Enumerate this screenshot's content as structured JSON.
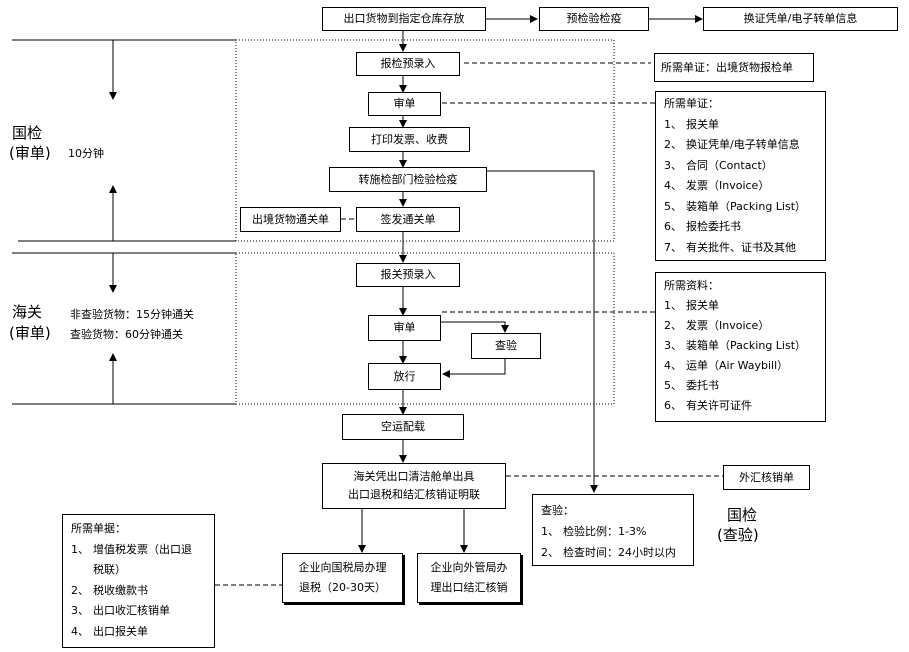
{
  "nodes": {
    "goods_to_warehouse": "出口货物到指定仓库存放",
    "pre_inspection": "预检验检疫",
    "exchange_voucher": "换证凭单/电子转单信息",
    "inspection_pre_entry": "报检预录入",
    "ciq_review": "审单",
    "print_invoice_fee": "打印发票、收费",
    "transfer_inspection": "转施检部门检验检疫",
    "clearance_slip": "出境货物通关单",
    "issue_clearance_slip": "签发通关单",
    "customs_pre_entry": "报关预录入",
    "customs_review": "审单",
    "examination": "查验",
    "release": "放行",
    "air_loading": "空运配载",
    "issue_proof_line1": "海关凭出口清洁舱单出具",
    "issue_proof_line2": "出口退税和结汇核销证明联",
    "fx_verification": "外汇核销单",
    "tax_refund_line1": "企业向国税局办理",
    "tax_refund_line2": "退税（20-30天）",
    "fx_settlement_line1": "企业向外管局办",
    "fx_settlement_line2": "理出口结汇核销"
  },
  "notes": {
    "inspection_docs": "所需单证：出境货物报检单",
    "review_docs": {
      "title": "所需单证：",
      "items": [
        {
          "num": "1、",
          "text": "报关单"
        },
        {
          "num": "2、",
          "text": "换证凭单/电子转单信息"
        },
        {
          "num": "3、",
          "text": "合同（Contact）"
        },
        {
          "num": "4、",
          "text": "发票（Invoice）"
        },
        {
          "num": "5、",
          "text": "装箱单（Packing List）"
        },
        {
          "num": "6、",
          "text": "报检委托书"
        },
        {
          "num": "7、",
          "text": "有关批件、证书及其他"
        }
      ]
    },
    "customs_docs": {
      "title": "所需资料：",
      "items": [
        {
          "num": "1、",
          "text": "报关单"
        },
        {
          "num": "2、",
          "text": "发票（Invoice）"
        },
        {
          "num": "3、",
          "text": "装箱单（Packing List）"
        },
        {
          "num": "4、",
          "text": "运单（Air Waybill）"
        },
        {
          "num": "5、",
          "text": "委托书"
        },
        {
          "num": "6、",
          "text": "有关许可证件"
        }
      ]
    },
    "examination_info": {
      "title": "查验：",
      "items": [
        {
          "num": "1、",
          "text": "检验比例：1-3%"
        },
        {
          "num": "2、",
          "text": "检查时间：24小时以内"
        }
      ]
    },
    "refund_docs": {
      "title": "所需单据：",
      "items": [
        {
          "num": "1、",
          "text": "增值税发票（出口退"
        },
        {
          "num": "",
          "text": "税联）"
        },
        {
          "num": "2、",
          "text": "税收缴款书"
        },
        {
          "num": "3、",
          "text": "出口收汇核销单"
        },
        {
          "num": "4、",
          "text": "出口报关单"
        }
      ]
    }
  },
  "side_labels": {
    "ciq": "国检",
    "ciq_review": "(审单)",
    "ciq_time": "10分钟",
    "customs": "海关",
    "customs_review": "(审单)",
    "customs_non_exam": "非查验货物：15分钟通关",
    "customs_exam": "查验货物：60分钟通关",
    "ciq_exam": "国检",
    "ciq_exam_sub": "(查验)"
  }
}
